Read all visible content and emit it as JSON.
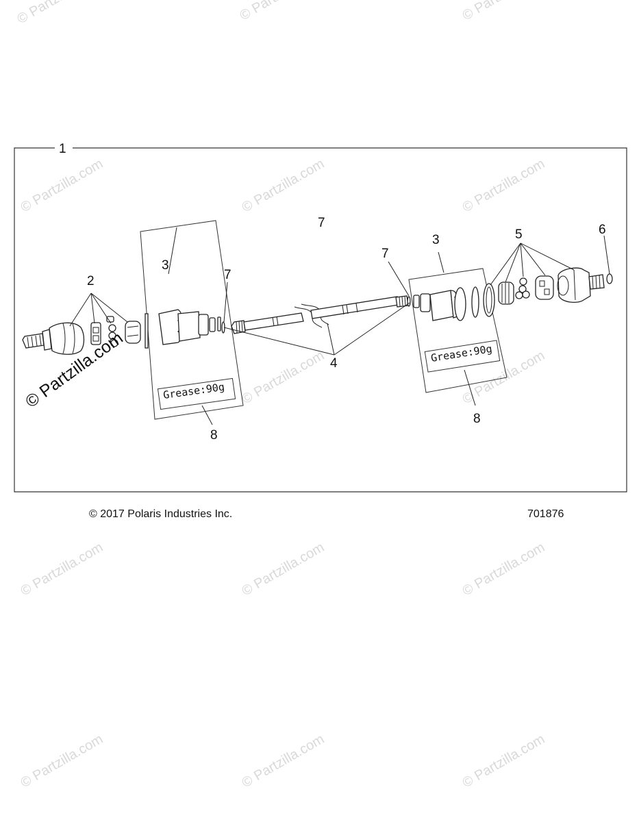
{
  "callouts": [
    "1",
    "2",
    "3",
    "7",
    "7",
    "4",
    "7",
    "3",
    "5",
    "6",
    "8",
    "8"
  ],
  "grease_labels": [
    "Grease:90g",
    "Grease:90g"
  ],
  "footer": {
    "copyright": "© 2017 Polaris Industries Inc.",
    "drawing_number": "701876"
  },
  "watermark": {
    "text": "© Partzilla.com"
  }
}
